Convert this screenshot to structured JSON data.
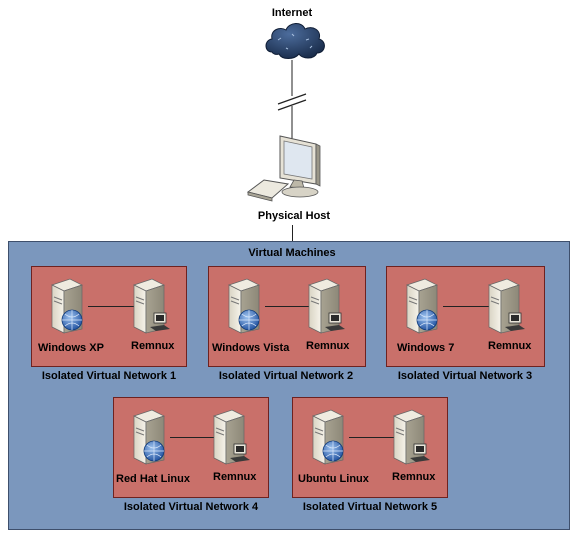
{
  "internet": {
    "label": "Internet",
    "icon": "cloud-icon"
  },
  "host": {
    "label": "Physical Host",
    "icon": "workstation-icon"
  },
  "vm_area": {
    "label": "Virtual Machines",
    "color": "#7b97bd"
  },
  "network_color": "#c9706a",
  "networks": [
    {
      "title": "Isolated Virtual Network 1",
      "guest": "Windows XP",
      "analyzer": "Remnux"
    },
    {
      "title": "Isolated Virtual Network 2",
      "guest": "Windows Vista",
      "analyzer": "Remnux"
    },
    {
      "title": "Isolated Virtual Network 3",
      "guest": "Windows 7",
      "analyzer": "Remnux"
    },
    {
      "title": "Isolated Virtual Network 4",
      "guest": "Red Hat Linux",
      "analyzer": "Remnux"
    },
    {
      "title": "Isolated Virtual Network 5",
      "guest": "Ubuntu Linux",
      "analyzer": "Remnux"
    }
  ]
}
